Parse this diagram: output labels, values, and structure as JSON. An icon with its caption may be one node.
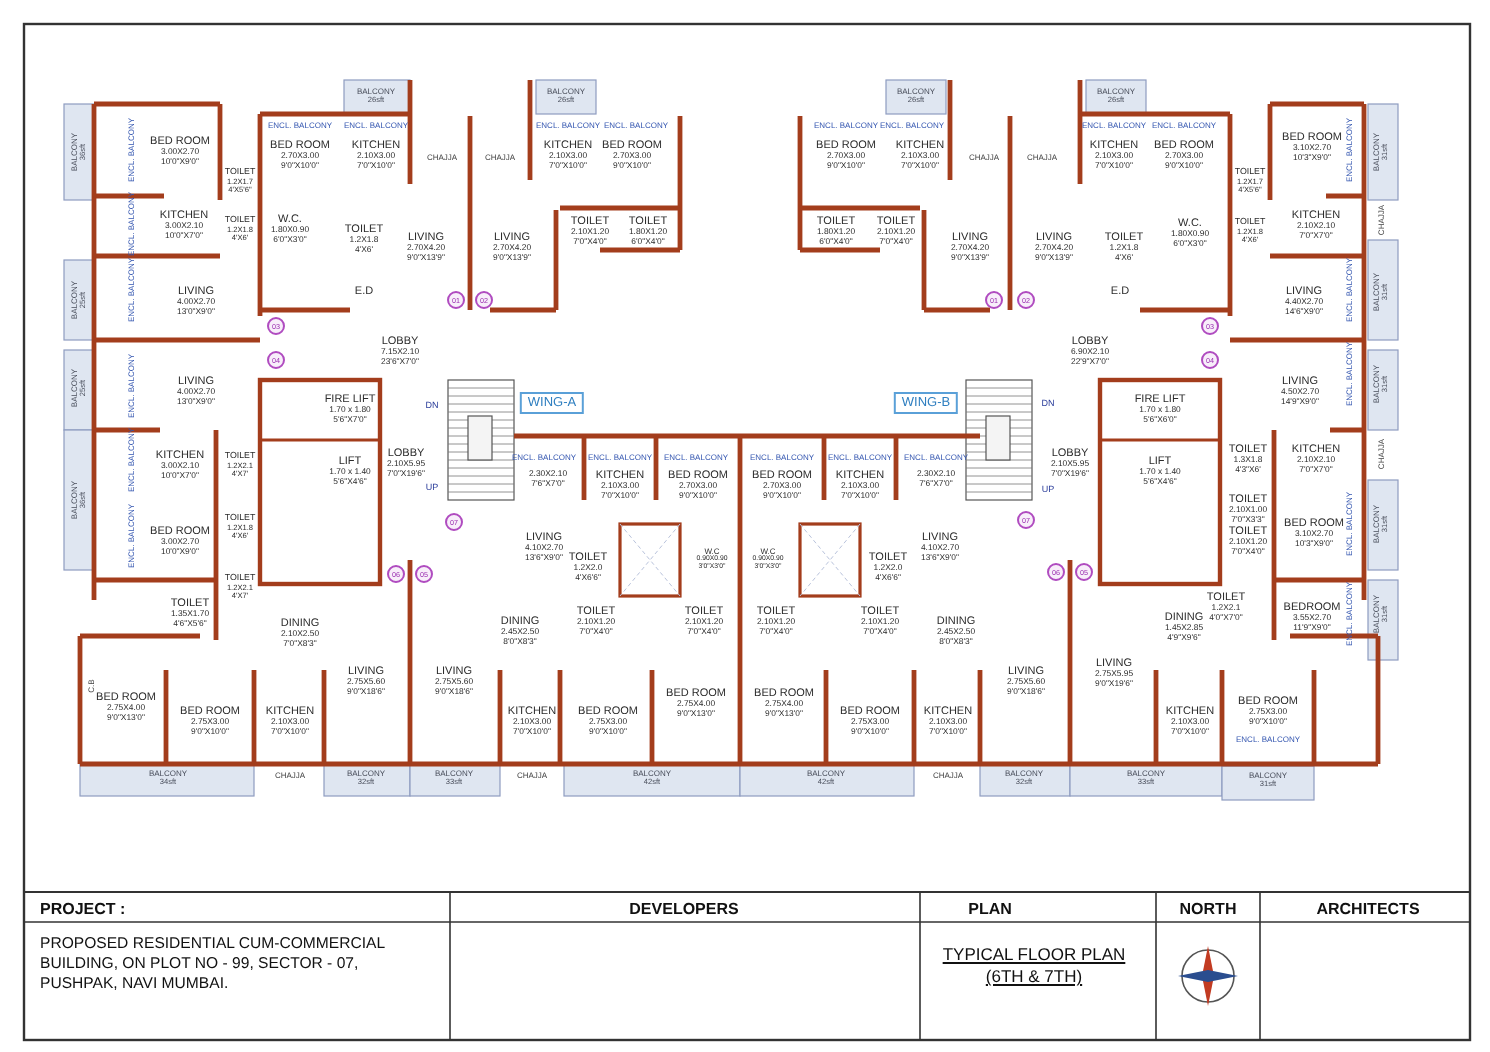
{
  "diagram": {
    "labels": [
      "BALCONY",
      "26sft",
      "BALCONY",
      "26sft",
      "BALCONY",
      "26sft",
      "BALCONY",
      "26sft",
      "BALCONY",
      "36sft",
      "ENCL. BALCONY",
      "BED ROOM",
      "3.00X2.70",
      "10'0\"X9'0\"",
      "TOILET",
      "1.2X1.7",
      "4'X5'6\"",
      "ENCL. BALCONY",
      "BED ROOM",
      "2.70X3.00",
      "9'0\"X10'0\"",
      "ENCL. BALCONY",
      "KITCHEN",
      "2.10X3.00",
      "7'0\"X10'0\"",
      "CHAJJA",
      "CHAJJA",
      "ENCL. BALCONY",
      "KITCHEN",
      "2.10X3.00",
      "7'0\"X10'0\"",
      "ENCL. BALCONY",
      "BED ROOM",
      "2.70X3.00",
      "9'0\"X10'0\"",
      "ENCL. BALCONY",
      "BED ROOM",
      "2.70X3.00",
      "9'0\"X10'0\"",
      "ENCL. BALCONY",
      "KITCHEN",
      "2.10X3.00",
      "7'0\"X10'0\"",
      "CHAJJA",
      "CHAJJA",
      "ENCL. BALCONY",
      "KITCHEN",
      "2.10X3.00",
      "7'0\"X10'0\"",
      "ENCL. BALCONY",
      "BED ROOM",
      "2.70X3.00",
      "9'0\"X10'0\"",
      "TOILET",
      "1.2X1.7",
      "4'X5'6\"",
      "BED ROOM",
      "3.10X2.70",
      "10'3\"X9'0\"",
      "ENCL. BALCONY",
      "BALCONY",
      "31sft",
      "ENCL. BALCONY",
      "KITCHEN",
      "3.00X2.10",
      "10'0\"X7'0\"",
      "TOILET",
      "1.2X1.8",
      "4'X6'",
      "W.C.",
      "1.80X0.90",
      "6'0\"X3'0\"",
      "TOILET",
      "1.2X1.8",
      "4'X6'",
      "LIVING",
      "2.70X4.20",
      "9'0\"X13'9\"",
      "LIVING",
      "2.70X4.20",
      "9'0\"X13'9\"",
      "TOILET",
      "2.10X1.20",
      "7'0\"X4'0\"",
      "TOILET",
      "1.80X1.20",
      "6'0\"X4'0\"",
      "TOILET",
      "1.80X1.20",
      "6'0\"X4'0\"",
      "TOILET",
      "2.10X1.20",
      "7'0\"X4'0\"",
      "LIVING",
      "2.70X4.20",
      "9'0\"X13'9\"",
      "LIVING",
      "2.70X4.20",
      "9'0\"X13'9\"",
      "TOILET",
      "1.2X1.8",
      "4'X6'",
      "W.C.",
      "1.80X0.90",
      "6'0\"X3'0\"",
      "TOILET",
      "1.2X1.8",
      "4'X6'",
      "KITCHEN",
      "2.10X2.10",
      "7'0\"X7'0\"",
      "CHAJJA",
      "BALCONY",
      "25sft",
      "ENCL. BALCONY",
      "LIVING",
      "4.00X2.70",
      "13'0\"X9'0\"",
      "E.D",
      "01",
      "02",
      "01",
      "02",
      "E.D",
      "LIVING",
      "4.40X2.70",
      "14'6\"X9'0\"",
      "ENCL. BALCONY",
      "BALCONY",
      "31sft",
      "03",
      "LOBBY",
      "7.15X2.10",
      "23'6\"X7'0\"",
      "LOBBY",
      "6.90X2.10",
      "22'9\"X7'0\"",
      "03",
      "04",
      "04",
      "BALCONY",
      "25sft",
      "ENCL. BALCONY",
      "LIVING",
      "4.00X2.70",
      "13'0\"X9'0\"",
      "WING-A",
      "WING-B",
      "LIVING",
      "4.50X2.70",
      "14'9\"X9'0\"",
      "ENCL. BALCONY",
      "BALCONY",
      "31sft",
      "FIRE LIFT",
      "1.70 x 1.80",
      "5'6\"X7'0\"",
      "DN",
      "DN",
      "FIRE LIFT",
      "1.70 x 1.80",
      "5'6\"X6'0\"",
      "ENCL. BALCONY",
      "ENCL. BALCONY",
      "ENCL. BALCONY",
      "ENCL. BALCONY",
      "ENCL. BALCONY",
      "ENCL. BALCONY",
      "ENCL. BALCONY",
      "KITCHEN",
      "3.00X2.10",
      "10'0\"X7'0\"",
      "TOILET",
      "1.2X2.1",
      "4'X7'",
      "LIFT",
      "1.70 x 1.40",
      "5'6\"X4'6\"",
      "LOBBY",
      "2.10X5.95",
      "7'0\"X19'6\"",
      "2.30X2.10",
      "7'6\"X7'0\"",
      "KITCHEN",
      "2.10X3.00",
      "7'0\"X10'0\"",
      "BED ROOM",
      "2.70X3.00",
      "9'0\"X10'0\"",
      "BED ROOM",
      "2.70X3.00",
      "9'0\"X10'0\"",
      "KITCHEN",
      "2.10X3.00",
      "7'0\"X10'0\"",
      "2.30X2.10",
      "7'6\"X7'0\"",
      "LOBBY",
      "2.10X5.95",
      "7'0\"X19'6\"",
      "LIFT",
      "1.70 x 1.40",
      "5'6\"X4'6\"",
      "TOILET",
      "1.3X1.8",
      "4'3\"X6'",
      "KITCHEN",
      "2.10X2.10",
      "7'0\"X7'0\"",
      "CHAJJA",
      "UP",
      "UP",
      "BALCONY",
      "36sft",
      "ENCL. BALCONY",
      "BED ROOM",
      "3.00X2.70",
      "10'0\"X9'0\"",
      "TOILET",
      "1.2X1.8",
      "4'X6'",
      "07",
      "07",
      "TOILET",
      "2.10X1.00",
      "7'0\"X3'3\"",
      "TOILET",
      "2.10X1.20",
      "7'0\"X4'0\"",
      "BED ROOM",
      "3.10X2.70",
      "10'3\"X9'0\"",
      "ENCL. BALCONY",
      "BALCONY",
      "31sft",
      "TOILET",
      "1.2X2.1",
      "4'X7'",
      "LIVING",
      "4.10X2.70",
      "13'6\"X9'0\"",
      "LIVING",
      "4.10X2.70",
      "13'6\"X9'0\"",
      "TOILET",
      "1.2X2.0",
      "4'X6'6\"",
      "W.C",
      "0.90X0.90",
      "3'0\"X3'0\"",
      "W.C",
      "0.90X0.90",
      "3'0\"X3'0\"",
      "TOILET",
      "1.2X2.0",
      "4'X6'6\"",
      "TOILET",
      "1.35X1.70",
      "4'6\"X5'6\"",
      "06",
      "05",
      "06",
      "05",
      "TOILET",
      "1.2X2.1",
      "4'0\"X7'0\"",
      "TOILET",
      "2.10X1.20",
      "7'0\"X4'0\"",
      "TOILET",
      "2.10X1.20",
      "7'0\"X4'0\"",
      "TOILET",
      "2.10X1.20",
      "7'0\"X4'0\"",
      "TOILET",
      "2.10X1.20",
      "7'0\"X4'0\"",
      "DINING",
      "2.10X2.50",
      "7'0\"X8'3\"",
      "DINING",
      "2.45X2.50",
      "8'0\"X8'3\"",
      "DINING",
      "2.45X2.50",
      "8'0\"X8'3\"",
      "DINING",
      "1.45X2.85",
      "4'9\"X9'6\"",
      "BEDROOM",
      "3.55X2.70",
      "11'9\"X9'0\"",
      "ENCL. BALCONY",
      "BALCONY",
      "31sft",
      "C.B",
      "LIVING",
      "2.75X5.60",
      "9'0\"X18'6\"",
      "LIVING",
      "2.75X5.60",
      "9'0\"X18'6\"",
      "LIVING",
      "2.75X5.60",
      "9'0\"X18'6\"",
      "LIVING",
      "2.75X5.95",
      "9'0\"X19'6\"",
      "BED ROOM",
      "2.75X4.00",
      "9'0\"X13'0\"",
      "BED ROOM",
      "2.75X4.00",
      "9'0\"X13'0\"",
      "BED ROOM",
      "2.75X4.00",
      "9'0\"X13'0\"",
      "BED ROOM",
      "2.75X3.00",
      "9'0\"X10'0\"",
      "BED ROOM",
      "2.75X3.00",
      "9'0\"X10'0\"",
      "KITCHEN",
      "2.10X3.00",
      "7'0\"X10'0\"",
      "KITCHEN",
      "2.10X3.00",
      "7'0\"X10'0\"",
      "BED ROOM",
      "2.75X3.00",
      "9'0\"X10'0\"",
      "BED ROOM",
      "2.75X3.00",
      "9'0\"X10'0\"",
      "KITCHEN",
      "2.10X3.00",
      "7'0\"X10'0\"",
      "KITCHEN",
      "2.10X3.00",
      "7'0\"X10'0\"",
      "ENCL. BALCONY",
      "BALCONY",
      "34sft",
      "CHAJJA",
      "BALCONY",
      "32sft",
      "BALCONY",
      "33sft",
      "CHAJJA",
      "BALCONY",
      "42sft",
      "BALCONY",
      "42sft",
      "CHAJJA",
      "BALCONY",
      "32sft",
      "BALCONY",
      "33sft",
      "BALCONY",
      "31sft",
      "PROJECT :",
      "DEVELOPERS",
      "PLAN",
      "NORTH",
      "ARCHITECTS",
      "PROPOSED RESIDENTIAL CUM-COMMERCIAL BUILDING, ON PLOT NO - 99, SECTOR - 07, PUSHPAK, NAVI MUMBAI.",
      "TYPICAL FLOOR PLAN (6TH & 7TH)"
    ]
  }
}
